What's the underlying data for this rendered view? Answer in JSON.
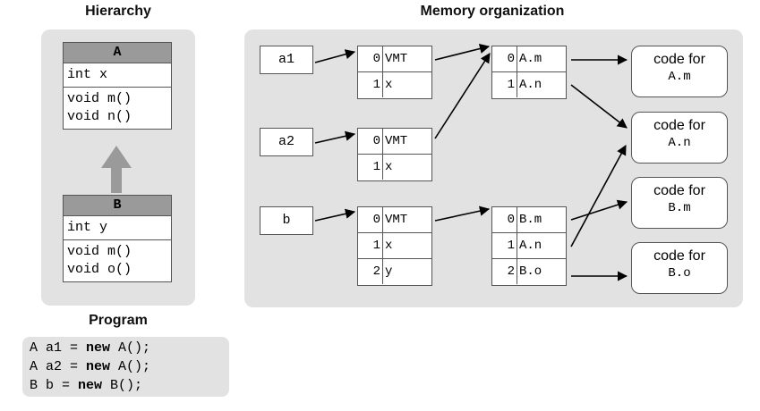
{
  "headings": {
    "hierarchy": "Hierarchy",
    "memory": "Memory organization",
    "program": "Program"
  },
  "hierarchy": {
    "class_a": {
      "name": "A",
      "fields": [
        "int x"
      ],
      "methods": [
        "void m()",
        "void n()"
      ]
    },
    "class_b": {
      "name": "B",
      "fields": [
        "int y"
      ],
      "methods": [
        "void m()",
        "void o()"
      ]
    }
  },
  "variables": [
    "a1",
    "a2",
    "b"
  ],
  "objects": [
    {
      "rows": [
        {
          "index": "0",
          "value": "VMT"
        },
        {
          "index": "1",
          "value": "x"
        }
      ]
    },
    {
      "rows": [
        {
          "index": "0",
          "value": "VMT"
        },
        {
          "index": "1",
          "value": "x"
        }
      ]
    },
    {
      "rows": [
        {
          "index": "0",
          "value": "VMT"
        },
        {
          "index": "1",
          "value": "x"
        },
        {
          "index": "2",
          "value": "y"
        }
      ]
    }
  ],
  "vmts": [
    {
      "rows": [
        {
          "index": "0",
          "value": "A.m"
        },
        {
          "index": "1",
          "value": "A.n"
        }
      ]
    },
    {
      "rows": [
        {
          "index": "0",
          "value": "B.m"
        },
        {
          "index": "1",
          "value": "A.n"
        },
        {
          "index": "2",
          "value": "B.o"
        }
      ]
    }
  ],
  "code_boxes": [
    {
      "title": "code for",
      "name": "A.m"
    },
    {
      "title": "code for",
      "name": "A.n"
    },
    {
      "title": "code for",
      "name": "B.m"
    },
    {
      "title": "code for",
      "name": "B.o"
    }
  ],
  "program": {
    "lines": [
      {
        "pre": "A a1 = ",
        "kw": "new",
        "post": " A();"
      },
      {
        "pre": "A a2 = ",
        "kw": "new",
        "post": " A();"
      },
      {
        "pre": "B b = ",
        "kw": "new",
        "post": " B();"
      }
    ]
  },
  "colors": {
    "panel": "#e2e2e2",
    "class_header": "#9a9a9a",
    "inheritance_arrow": "#9a9a9a"
  }
}
